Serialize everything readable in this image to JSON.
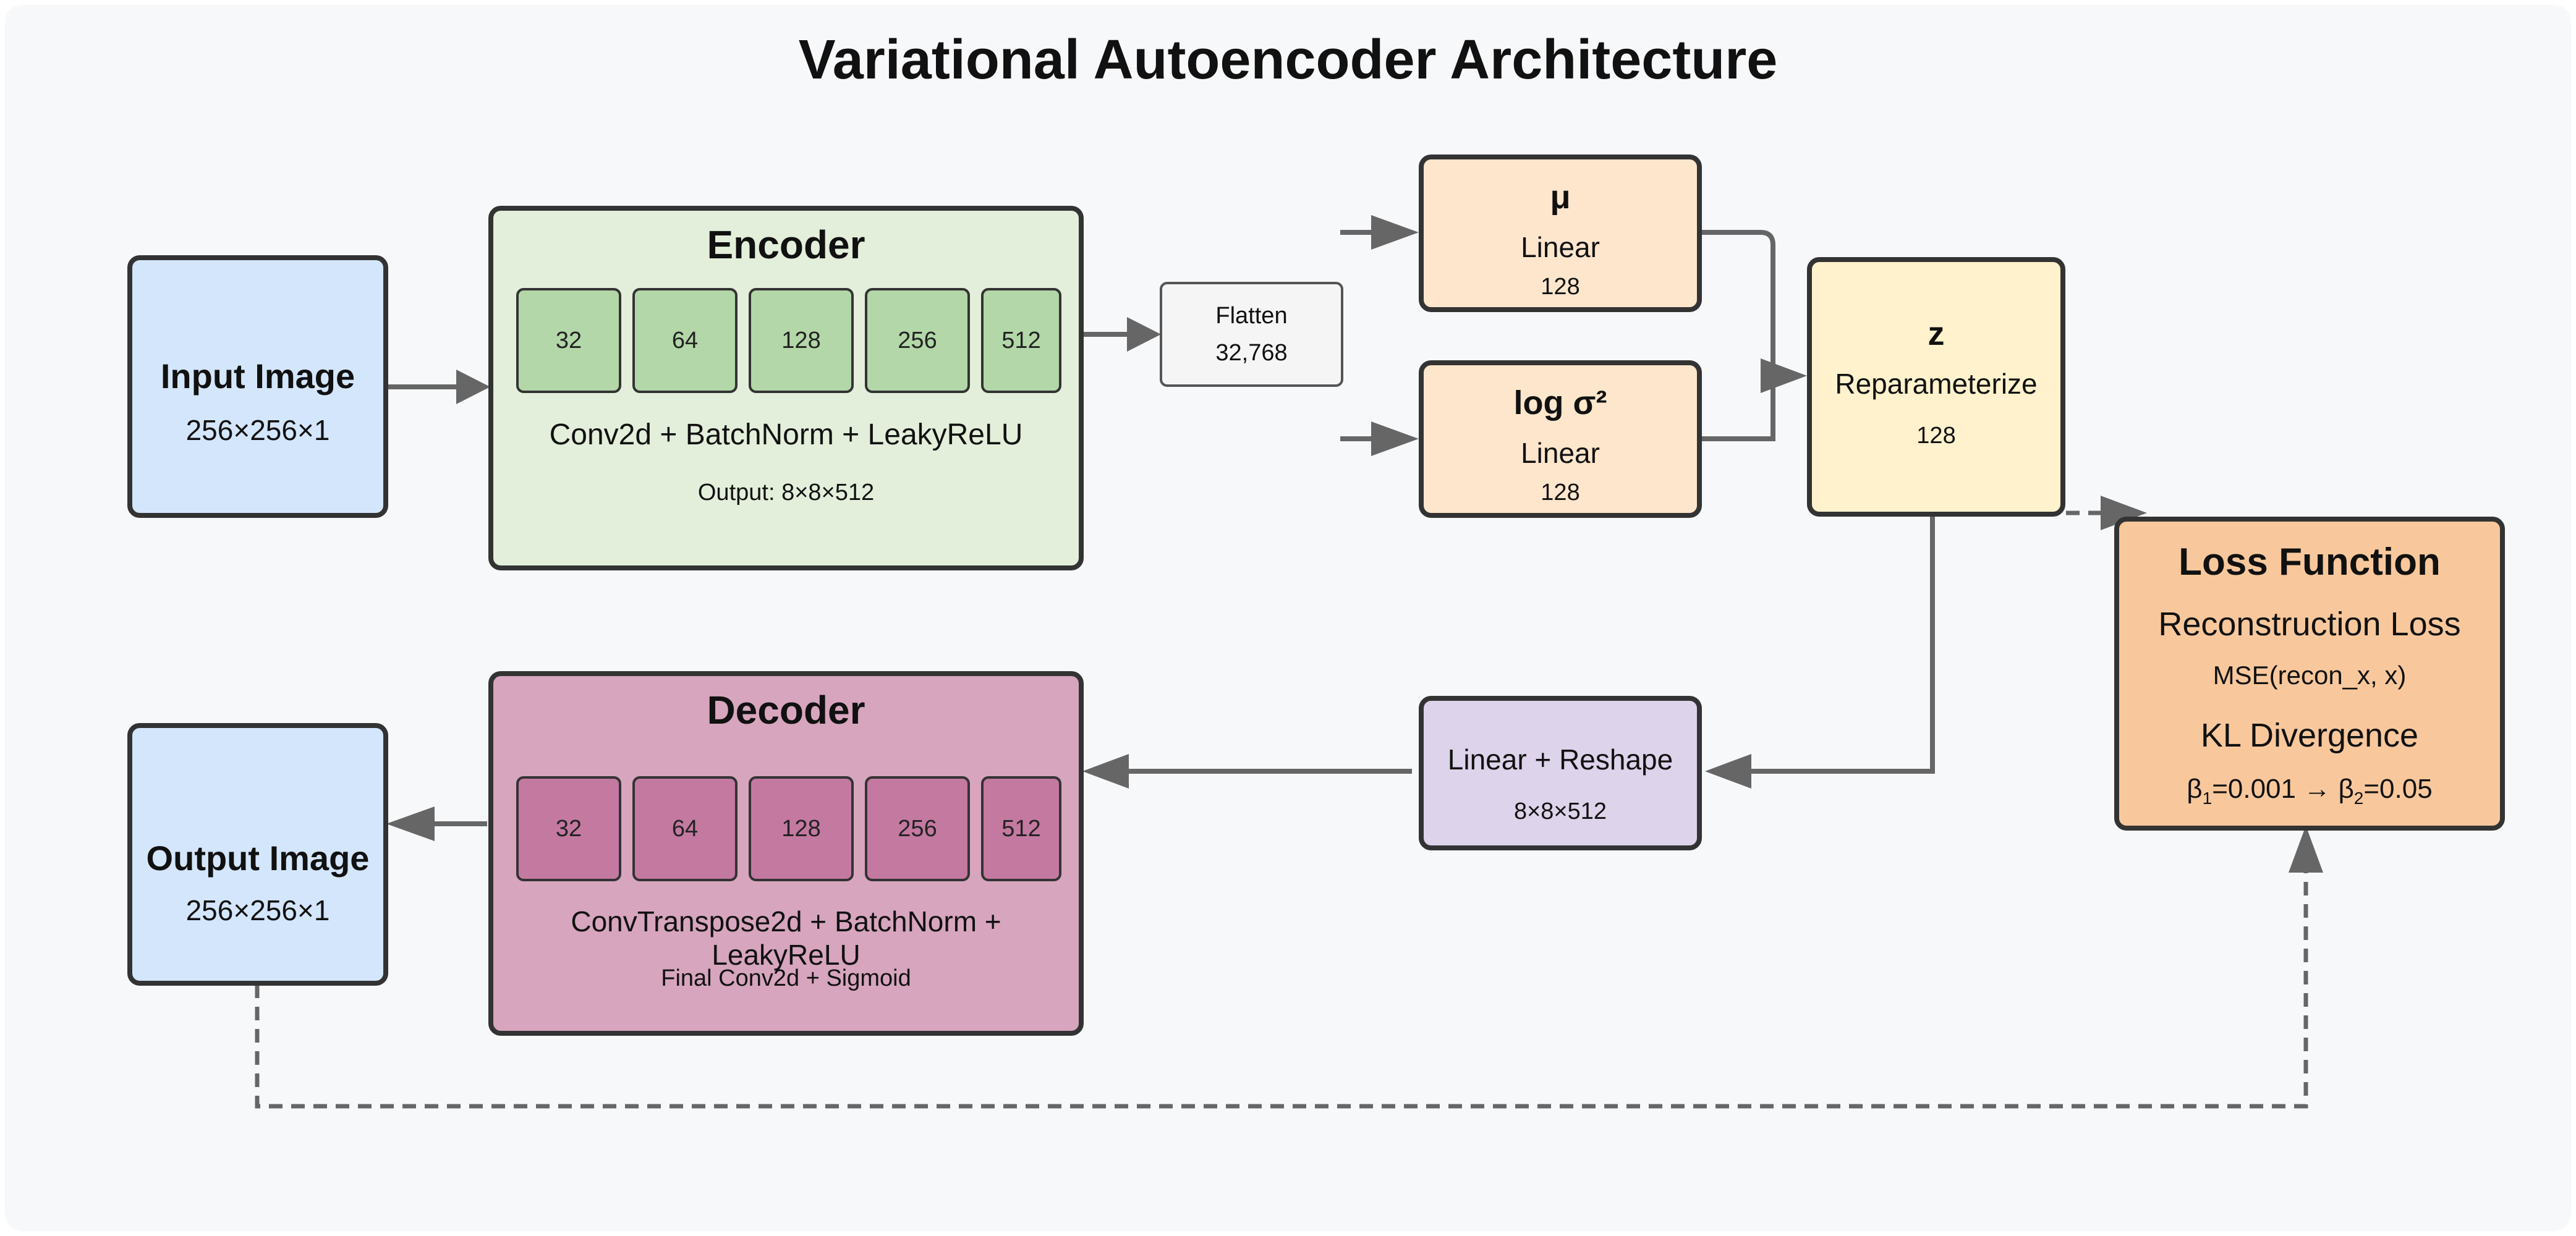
{
  "title": "Variational Autoencoder Architecture",
  "input": {
    "title": "Input Image",
    "shape": "256×256×1"
  },
  "encoder": {
    "title": "Encoder",
    "layers": [
      "32",
      "64",
      "128",
      "256",
      "512"
    ],
    "desc": "Conv2d + BatchNorm + LeakyReLU",
    "output": "Output: 8×8×512"
  },
  "flatten": {
    "title": "Flatten",
    "size": "32,768"
  },
  "mu": {
    "title": "μ",
    "type": "Linear",
    "dim": "128"
  },
  "logvar": {
    "title": "log σ²",
    "type": "Linear",
    "dim": "128"
  },
  "z": {
    "title": "z",
    "op": "Reparameterize",
    "dim": "128"
  },
  "loss": {
    "title": "Loss Function",
    "recon": "Reconstruction Loss",
    "recon_formula": "MSE(recon_x, x)",
    "kl": "KL Divergence",
    "beta_1_label": "β",
    "beta_1_sub": "1",
    "beta_1_value": "=0.001 → ",
    "beta_2_label": "β",
    "beta_2_sub": "2",
    "beta_2_value": "=0.05"
  },
  "linear_reshape": {
    "title": "Linear + Reshape",
    "shape": "8×8×512"
  },
  "decoder": {
    "title": "Decoder",
    "layers": [
      "32",
      "64",
      "128",
      "256",
      "512"
    ],
    "desc": "ConvTranspose2d + BatchNorm + LeakyReLU",
    "final": "Final Conv2d + Sigmoid"
  },
  "output": {
    "title": "Output Image",
    "shape": "256×256×1"
  },
  "colors": {
    "image_fill": "#d4e6fc",
    "encoder_fill": "#e3efda",
    "encoder_layer": "#b3d7a8",
    "latent_fill": "#fee6cc",
    "z_fill": "#fff2cc",
    "loss_fill": "#f8c89c",
    "reshape_fill": "#ddd3ea",
    "decoder_fill": "#d7a5be",
    "decoder_layer": "#c479a1",
    "flatten_fill": "#f5f5f5",
    "wire": "#666666"
  }
}
